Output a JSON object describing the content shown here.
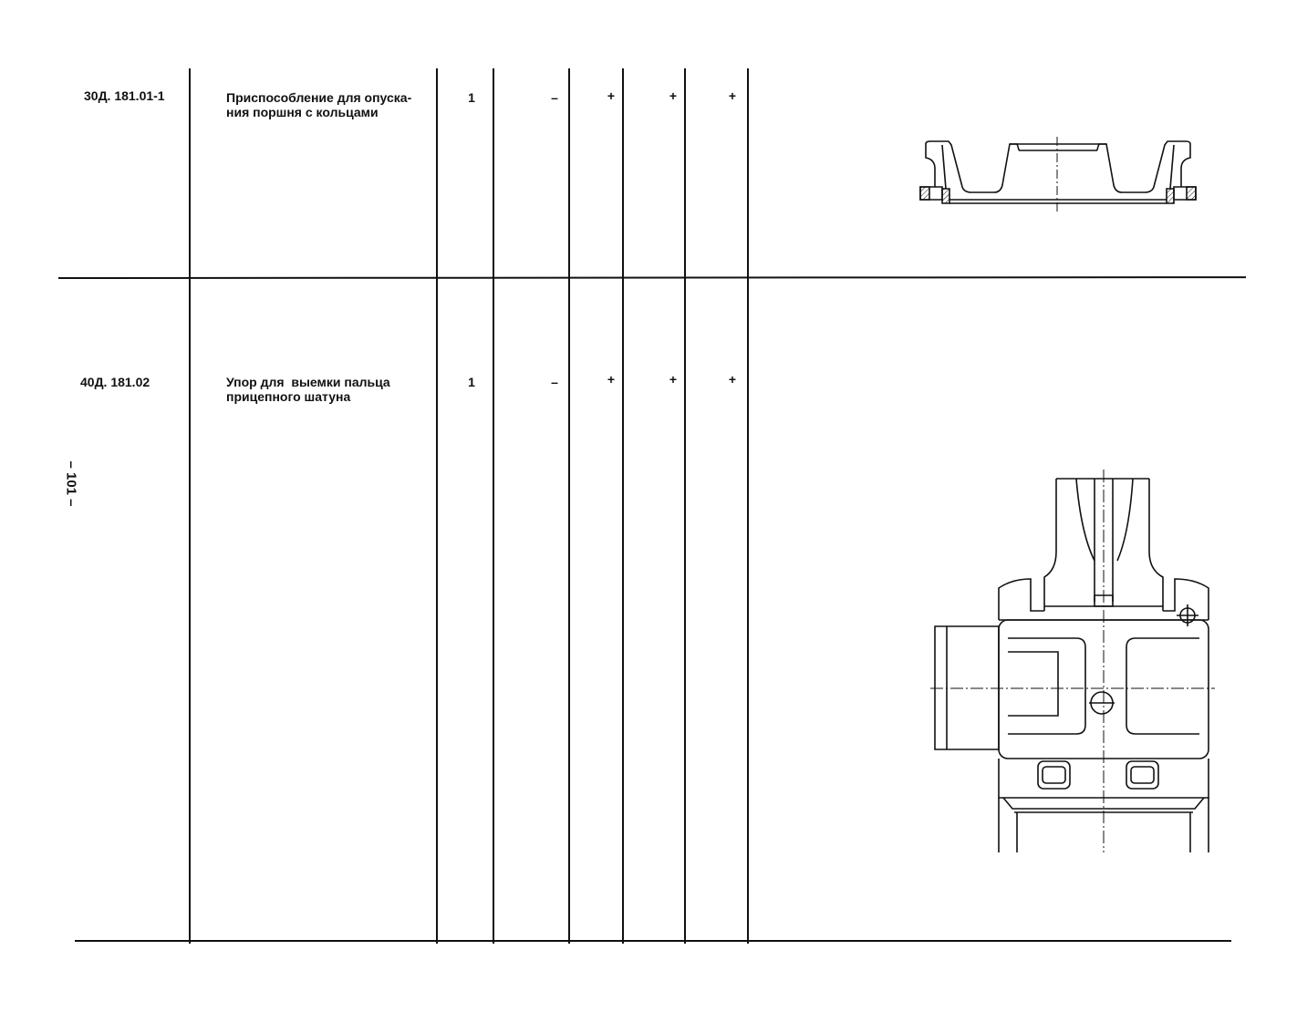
{
  "page_number": "– 101 –",
  "rows": [
    {
      "code": "30Д. 181.01-1",
      "name_lines": [
        "Приспособление для опуска-",
        "ния поршня с кольцами"
      ],
      "qty": "1",
      "col_a": "–",
      "col_b": "+",
      "col_c": "+",
      "col_d": "+"
    },
    {
      "code": "40Д. 181.02",
      "name_lines": [
        "Упор для  выемки пальца",
        "прицепного шатуна"
      ],
      "qty": "1",
      "col_a": "–",
      "col_b": "+",
      "col_c": "+",
      "col_d": "+"
    }
  ]
}
